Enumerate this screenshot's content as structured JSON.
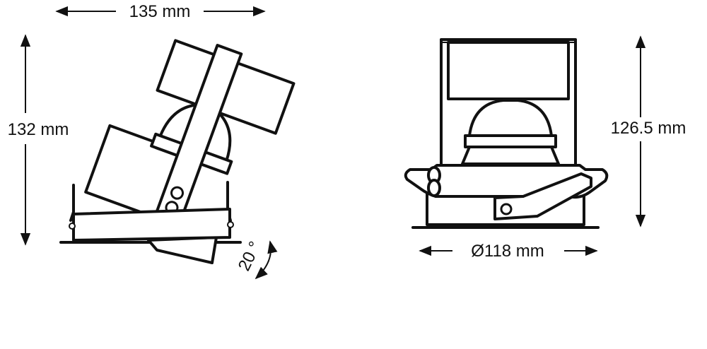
{
  "dimensions": {
    "side_width": "135 mm",
    "side_height": "132 mm",
    "tilt_angle": "20 °",
    "front_height": "126.5 mm",
    "front_diameter": "Ø118 mm"
  }
}
